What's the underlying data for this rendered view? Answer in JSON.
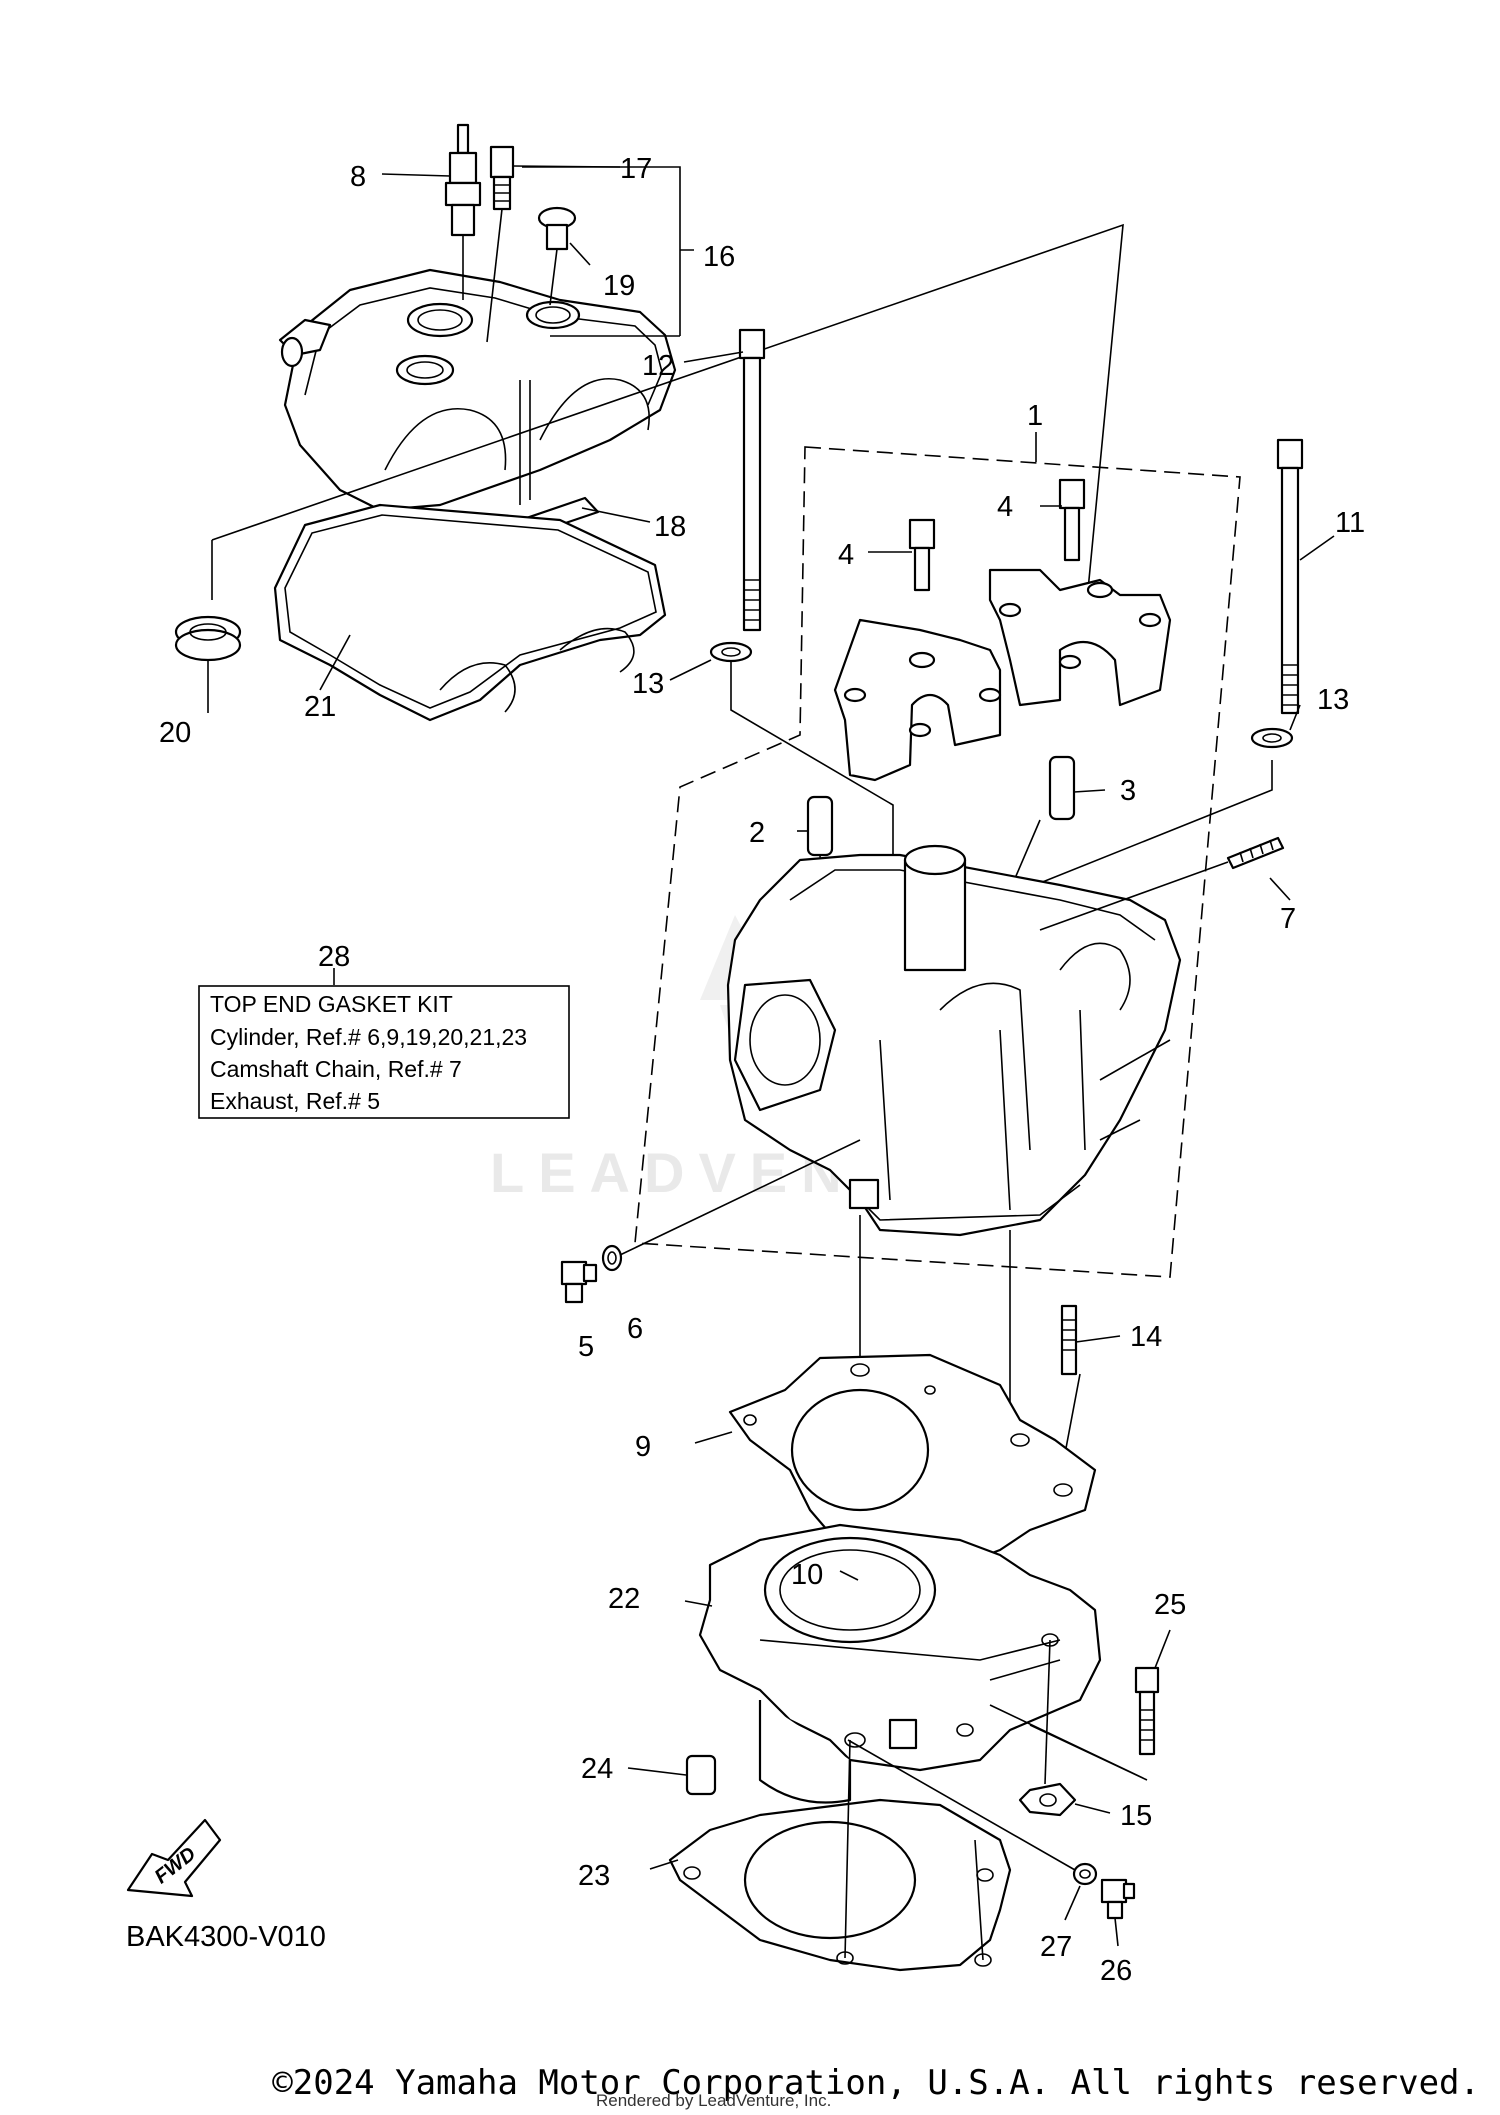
{
  "diagram": {
    "code": "BAK4300-V010",
    "fwd_label": "FWD",
    "watermark": "LEADVENTURE",
    "callouts": [
      "1",
      "2",
      "3",
      "4",
      "4",
      "5",
      "6",
      "7",
      "8",
      "9",
      "10",
      "11",
      "12",
      "13",
      "13",
      "14",
      "15",
      "16",
      "17",
      "18",
      "19",
      "20",
      "21",
      "22",
      "23",
      "24",
      "25",
      "26",
      "27",
      "28"
    ],
    "kit": {
      "title": "TOP END GASKET KIT",
      "lines": [
        "Cylinder, Ref.# 6,9,19,20,21,23",
        "Camshaft Chain, Ref.# 7",
        "Exhaust, Ref.# 5"
      ]
    }
  },
  "footer": {
    "copyright": "©2024 Yamaha Motor Corporation, U.S.A. All rights reserved.",
    "rendered_by": "Rendered by LeadVenture, Inc."
  }
}
